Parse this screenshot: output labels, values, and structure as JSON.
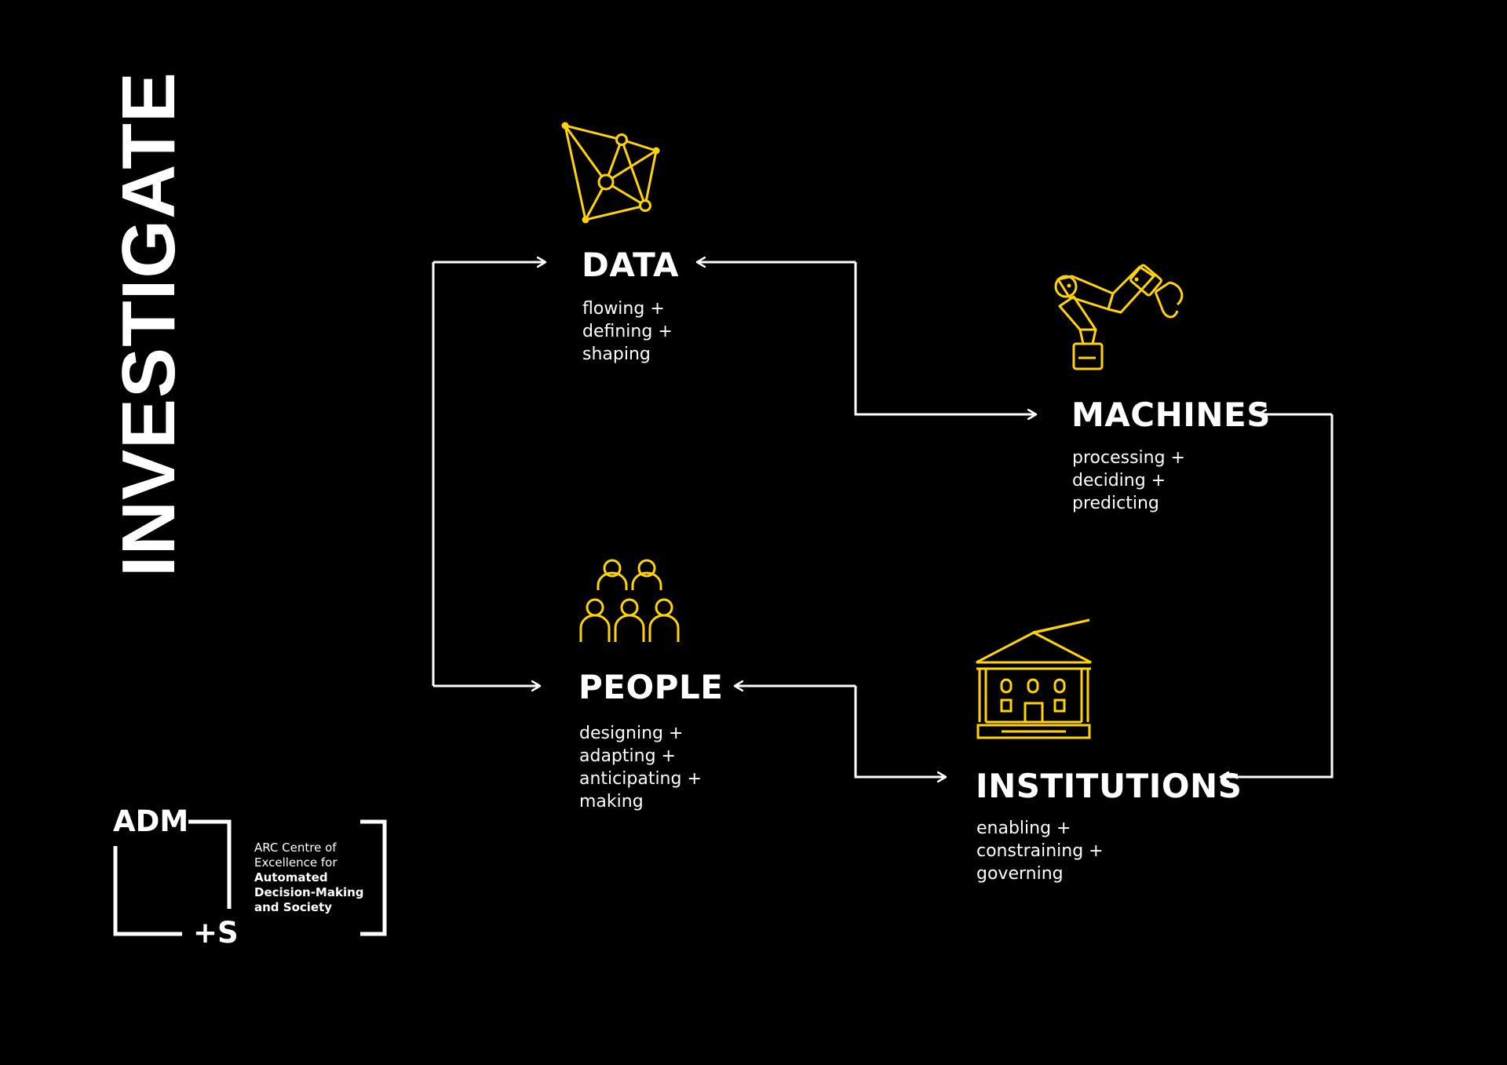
{
  "title": "INVESTIGATE",
  "accent_color": "#FFD400",
  "nodes": {
    "data": {
      "label": "DATA",
      "lines": [
        "flowing +",
        "defining +",
        "shaping"
      ],
      "icon": "network-icon"
    },
    "machines": {
      "label": "MACHINES",
      "lines": [
        "processing +",
        "deciding +",
        "predicting"
      ],
      "icon": "robot-arm-icon"
    },
    "people": {
      "label": "PEOPLE",
      "lines": [
        "designing +",
        "adapting +",
        "anticipating +",
        "making"
      ],
      "icon": "people-group-icon"
    },
    "institutions": {
      "label": "INSTITUTIONS",
      "lines": [
        "enabling +",
        "constraining +",
        "governing"
      ],
      "icon": "building-icon"
    }
  },
  "logo": {
    "mark_top": "ADM",
    "mark_bottom": "+S",
    "text_lines": [
      "ARC Centre of",
      "Excellence for",
      "Automated",
      "Decision-Making",
      "and Society"
    ]
  }
}
